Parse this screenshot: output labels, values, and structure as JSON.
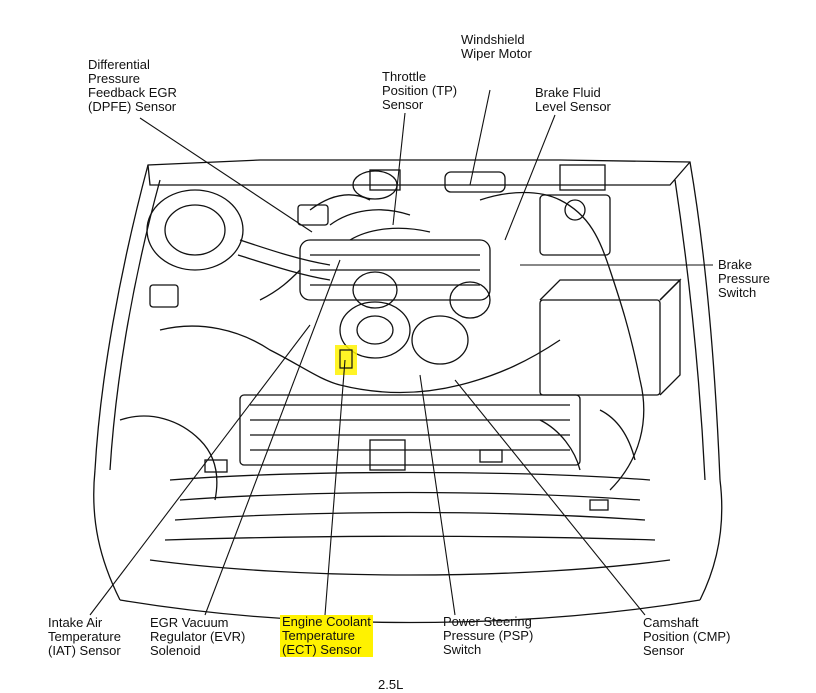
{
  "labels": {
    "dpfe": "Differential\nPressure\nFeedback EGR\n(DPFE) Sensor",
    "tp": "Throttle\nPosition (TP)\nSensor",
    "wiper": "Windshield\nWiper Motor",
    "brake_fluid": "Brake Fluid\nLevel Sensor",
    "brake_pressure": "Brake\nPressure\nSwitch",
    "iat": "Intake Air\nTemperature\n(IAT) Sensor",
    "evr": "EGR Vacuum\nRegulator (EVR)\nSolenoid",
    "ect": "Engine Coolant\nTemperature\n(ECT) Sensor",
    "psp": "Power Steering\nPressure (PSP)\nSwitch",
    "cmp": "Camshaft\nPosition (CMP)\nSensor",
    "engine": "2.5L"
  },
  "highlight_color": "#fff200"
}
